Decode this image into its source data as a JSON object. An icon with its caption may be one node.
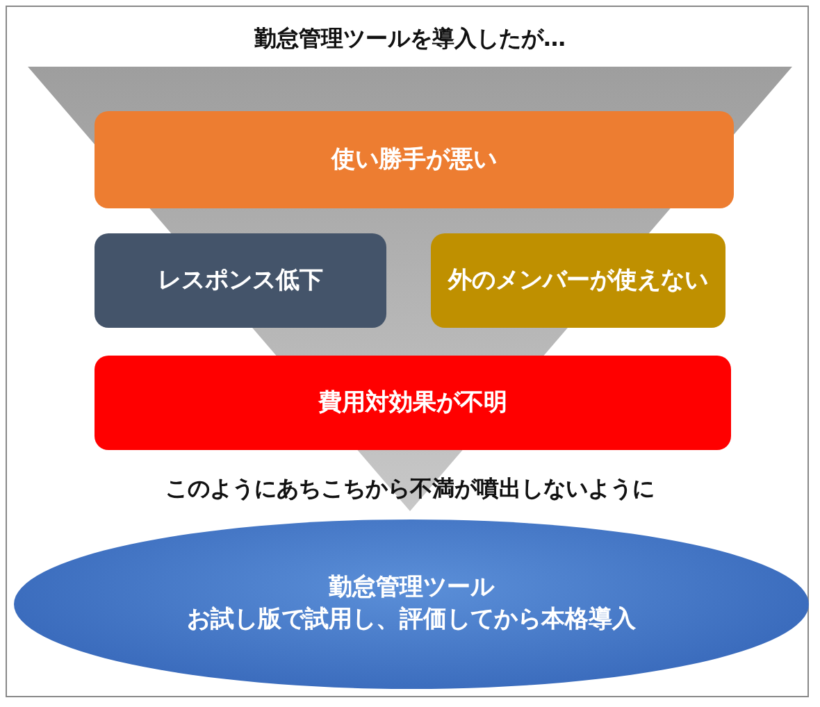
{
  "diagram": {
    "title": "勤怠管理ツールを導入したが…",
    "nodes": [
      {
        "text": [
          "使い勝手が悪い"
        ]
      },
      {
        "text": [
          "レスポンス低下"
        ]
      },
      {
        "text": [
          "外のメンバーが使えない"
        ]
      },
      {
        "text": [
          "費用対効果が不明"
        ]
      },
      {
        "text": [
          "勤怠管理ツール",
          "お試し版で試用し、評価してから本格導入"
        ]
      }
    ],
    "edges": [],
    "labels": [
      "このようにあちこちから不満が噴出しないように"
    ]
  }
}
